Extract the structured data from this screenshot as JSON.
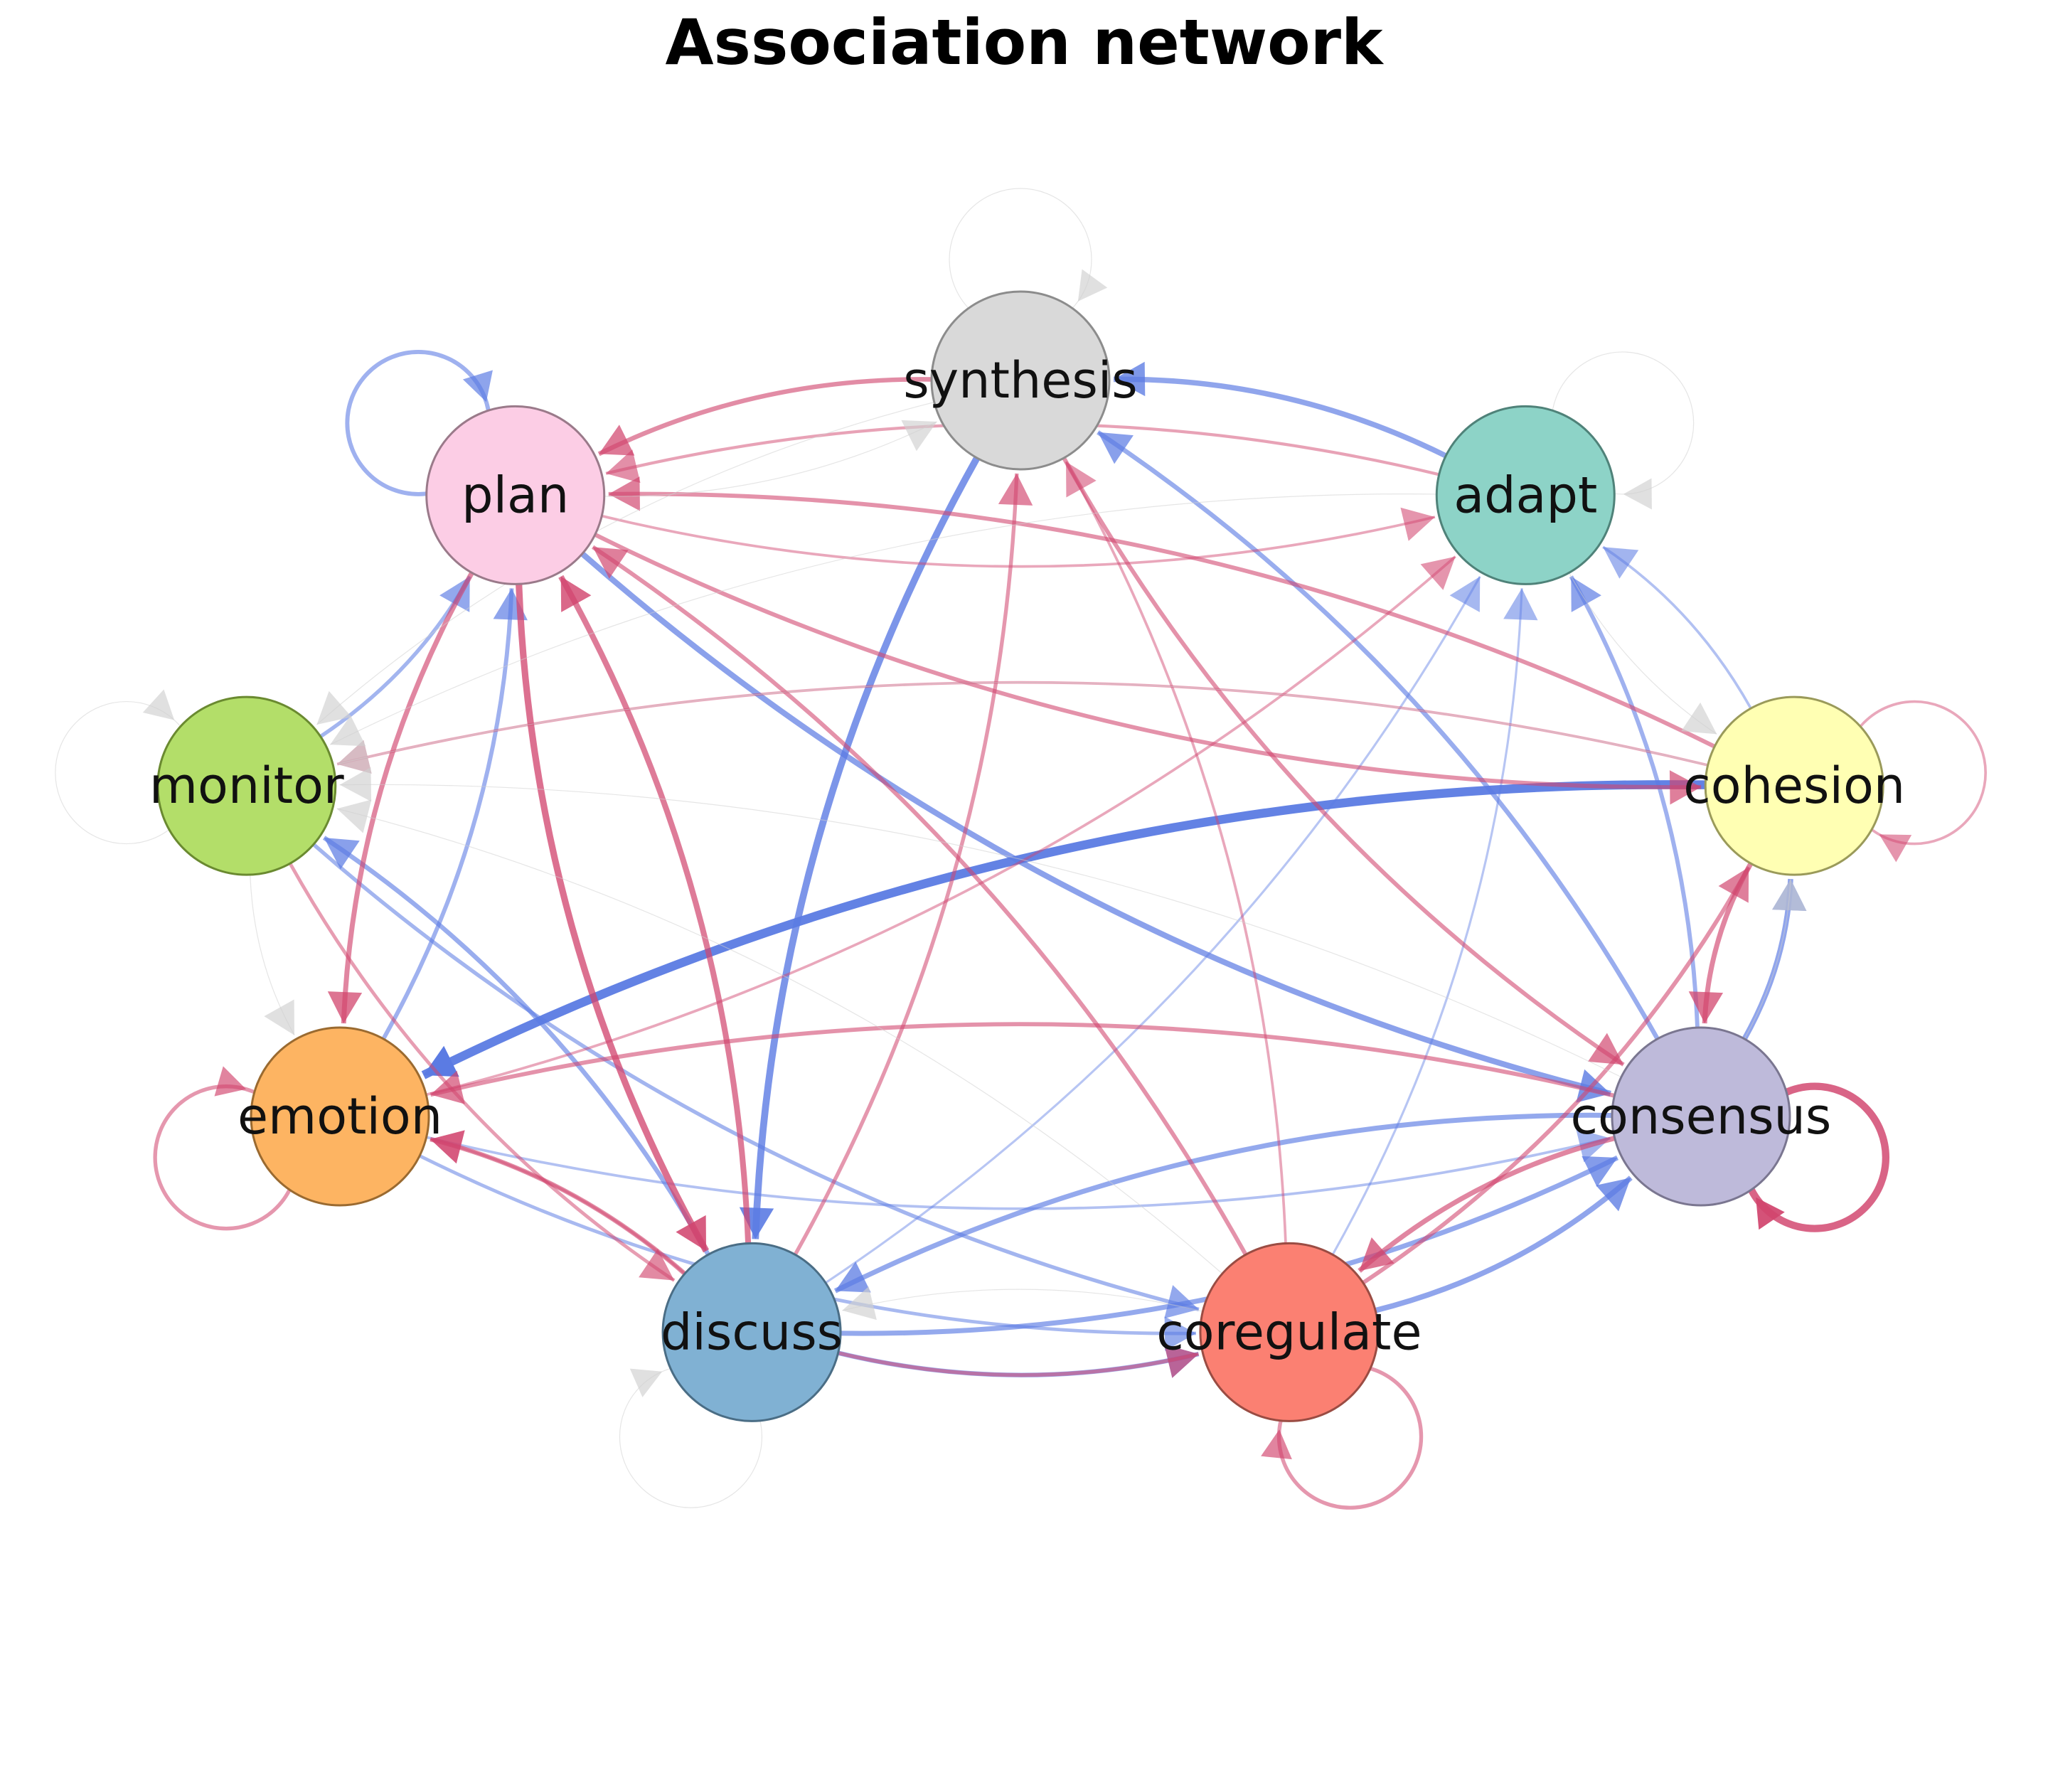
{
  "title": "Association network",
  "colors": {
    "positive": "#d1456e",
    "negative": "#5b7be3",
    "weak": "#cfcfcf"
  },
  "nodes": [
    {
      "id": "synthesis",
      "label": "synthesis",
      "color": "#d9d9d9",
      "stroke": "#8c8c8c"
    },
    {
      "id": "adapt",
      "label": "adapt",
      "color": "#8dd3c7",
      "stroke": "#4f8279"
    },
    {
      "id": "cohesion",
      "label": "cohesion",
      "color": "#ffffb3",
      "stroke": "#9a9a5a"
    },
    {
      "id": "consensus",
      "label": "consensus",
      "color": "#bebada",
      "stroke": "#7a7690"
    },
    {
      "id": "coregulate",
      "label": "coregulate",
      "color": "#fb8072",
      "stroke": "#9a4c43"
    },
    {
      "id": "discuss",
      "label": "discuss",
      "color": "#80b1d3",
      "stroke": "#4a6d85"
    },
    {
      "id": "emotion",
      "label": "emotion",
      "color": "#fdb462",
      "stroke": "#9a6a30"
    },
    {
      "id": "monitor",
      "label": "monitor",
      "color": "#b3de69",
      "stroke": "#6a8a30"
    },
    {
      "id": "plan",
      "label": "plan",
      "color": "#fccde5",
      "stroke": "#9a7a8a"
    }
  ],
  "edges": [
    {
      "from": "adapt",
      "to": "synthesis",
      "sign": "negative",
      "weight": 0.55
    },
    {
      "from": "synthesis",
      "to": "discuss",
      "sign": "negative",
      "weight": 0.75
    },
    {
      "from": "plan",
      "to": "consensus",
      "sign": "negative",
      "weight": 0.6
    },
    {
      "from": "cohesion",
      "to": "emotion",
      "sign": "negative",
      "weight": 1.0
    },
    {
      "from": "consensus",
      "to": "synthesis",
      "sign": "negative",
      "weight": 0.45
    },
    {
      "from": "consensus",
      "to": "adapt",
      "sign": "negative",
      "weight": 0.4
    },
    {
      "from": "consensus",
      "to": "cohesion",
      "sign": "negative",
      "weight": 0.55
    },
    {
      "from": "coregulate",
      "to": "consensus",
      "sign": "negative",
      "weight": 0.55
    },
    {
      "from": "discuss",
      "to": "consensus",
      "sign": "negative",
      "weight": 0.5
    },
    {
      "from": "consensus",
      "to": "discuss",
      "sign": "negative",
      "weight": 0.5
    },
    {
      "from": "discuss",
      "to": "coregulate",
      "sign": "negative",
      "weight": 0.45
    },
    {
      "from": "emotion",
      "to": "coregulate",
      "sign": "negative",
      "weight": 0.3
    },
    {
      "from": "monitor",
      "to": "coregulate",
      "sign": "negative",
      "weight": 0.35
    },
    {
      "from": "monitor",
      "to": "plan",
      "sign": "negative",
      "weight": 0.35
    },
    {
      "from": "emotion",
      "to": "plan",
      "sign": "negative",
      "weight": 0.4
    },
    {
      "from": "discuss",
      "to": "monitor",
      "sign": "negative",
      "weight": 0.45
    },
    {
      "from": "plan",
      "to": "plan",
      "sign": "negative",
      "weight": 0.4
    },
    {
      "from": "emotion",
      "to": "consensus",
      "sign": "negative",
      "weight": 0.2
    },
    {
      "from": "cohesion",
      "to": "adapt",
      "sign": "negative",
      "weight": 0.2
    },
    {
      "from": "coregulate",
      "to": "adapt",
      "sign": "negative",
      "weight": 0.15
    },
    {
      "from": "discuss",
      "to": "adapt",
      "sign": "negative",
      "weight": 0.15
    },
    {
      "from": "plan",
      "to": "discuss",
      "sign": "positive",
      "weight": 0.7
    },
    {
      "from": "discuss",
      "to": "plan",
      "sign": "positive",
      "weight": 0.6
    },
    {
      "from": "coregulate",
      "to": "plan",
      "sign": "positive",
      "weight": 0.4
    },
    {
      "from": "plan",
      "to": "emotion",
      "sign": "positive",
      "weight": 0.5
    },
    {
      "from": "synthesis",
      "to": "plan",
      "sign": "positive",
      "weight": 0.45
    },
    {
      "from": "adapt",
      "to": "plan",
      "sign": "positive",
      "weight": 0.25
    },
    {
      "from": "cohesion",
      "to": "plan",
      "sign": "positive",
      "weight": 0.4
    },
    {
      "from": "plan",
      "to": "cohesion",
      "sign": "positive",
      "weight": 0.4
    },
    {
      "from": "synthesis",
      "to": "consensus",
      "sign": "positive",
      "weight": 0.4
    },
    {
      "from": "cohesion",
      "to": "consensus",
      "sign": "positive",
      "weight": 0.5
    },
    {
      "from": "consensus",
      "to": "consensus",
      "sign": "positive",
      "weight": 0.8
    },
    {
      "from": "consensus",
      "to": "coregulate",
      "sign": "positive",
      "weight": 0.5
    },
    {
      "from": "consensus",
      "to": "emotion",
      "sign": "positive",
      "weight": 0.4
    },
    {
      "from": "discuss",
      "to": "emotion",
      "sign": "positive",
      "weight": 0.45
    },
    {
      "from": "emotion",
      "to": "emotion",
      "sign": "positive",
      "weight": 0.35
    },
    {
      "from": "coregulate",
      "to": "coregulate",
      "sign": "positive",
      "weight": 0.35
    },
    {
      "from": "coregulate",
      "to": "cohesion",
      "sign": "positive",
      "weight": 0.4
    },
    {
      "from": "discuss",
      "to": "synthesis",
      "sign": "positive",
      "weight": 0.35
    },
    {
      "from": "monitor",
      "to": "discuss",
      "sign": "positive",
      "weight": 0.3
    },
    {
      "from": "discuss",
      "to": "coregulate",
      "sign": "positive",
      "weight": 0.35
    },
    {
      "from": "emotion",
      "to": "adapt",
      "sign": "positive",
      "weight": 0.2
    },
    {
      "from": "plan",
      "to": "adapt",
      "sign": "positive",
      "weight": 0.2
    },
    {
      "from": "coregulate",
      "to": "synthesis",
      "sign": "positive",
      "weight": 0.2
    },
    {
      "from": "cohesion",
      "to": "cohesion",
      "sign": "positive",
      "weight": 0.2
    },
    {
      "from": "cohesion",
      "to": "monitor",
      "sign": "positive",
      "weight": 0.2
    },
    {
      "from": "discuss",
      "to": "emotion",
      "sign": "positive",
      "weight": 0.2
    },
    {
      "from": "synthesis",
      "to": "synthesis",
      "sign": "weak",
      "weight": 0.1
    },
    {
      "from": "adapt",
      "to": "adapt",
      "sign": "weak",
      "weight": 0.1
    },
    {
      "from": "monitor",
      "to": "monitor",
      "sign": "weak",
      "weight": 0.1
    },
    {
      "from": "discuss",
      "to": "discuss",
      "sign": "weak",
      "weight": 0.1
    },
    {
      "from": "plan",
      "to": "synthesis",
      "sign": "weak",
      "weight": 0.1
    },
    {
      "from": "adapt",
      "to": "cohesion",
      "sign": "weak",
      "weight": 0.1
    },
    {
      "from": "monitor",
      "to": "emotion",
      "sign": "weak",
      "weight": 0.1
    },
    {
      "from": "cohesion",
      "to": "monitor",
      "sign": "weak",
      "weight": 0.1
    },
    {
      "from": "consensus",
      "to": "monitor",
      "sign": "weak",
      "weight": 0.1
    },
    {
      "from": "coregulate",
      "to": "discuss",
      "sign": "weak",
      "weight": 0.1
    },
    {
      "from": "synthesis",
      "to": "monitor",
      "sign": "weak",
      "weight": 0.1
    },
    {
      "from": "adapt",
      "to": "monitor",
      "sign": "weak",
      "weight": 0.1
    },
    {
      "from": "coregulate",
      "to": "monitor",
      "sign": "weak",
      "weight": 0.1
    },
    {
      "from": "consensus",
      "to": "cohesion",
      "sign": "weak",
      "weight": 0.1
    }
  ]
}
